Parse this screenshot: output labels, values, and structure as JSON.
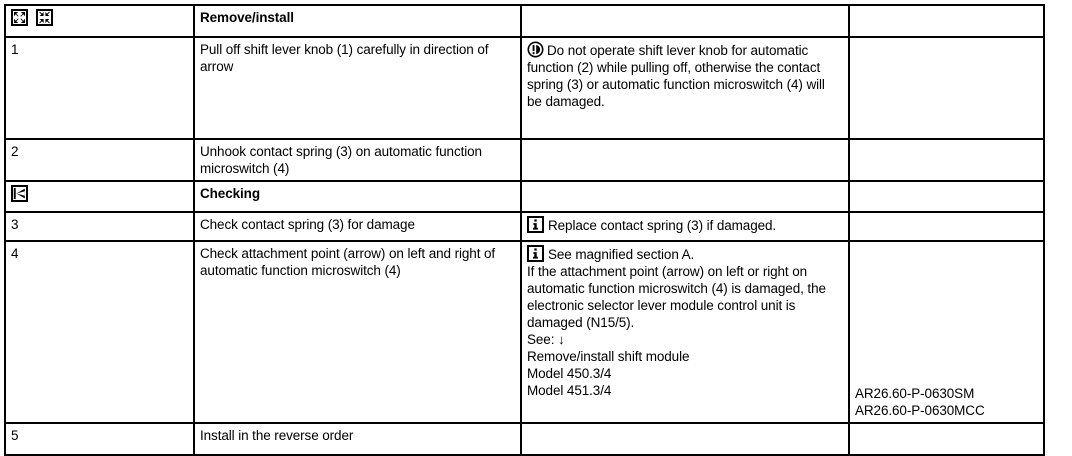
{
  "document": {
    "type": "workshop-procedure-table",
    "columns": [
      "step",
      "operation",
      "note",
      "document_reference"
    ]
  },
  "table": {
    "header": {
      "icons": [
        "remove-install-icon-a",
        "remove-install-icon-b"
      ],
      "operation": "Remove/install",
      "note": "",
      "doc": ""
    },
    "rows": [
      {
        "step": "1",
        "operation": "Pull off shift lever knob (1) carefully in direction of arrow",
        "note_icon": "caution-icon",
        "note": "Do not operate shift lever knob for automatic function (2) while pulling off, otherwise the contact spring (3) or automatic function microswitch (4) will be damaged.",
        "doc": ""
      },
      {
        "step": "2",
        "operation": "Unhook contact spring (3) on automatic function microswitch (4)",
        "note_icon": "",
        "note": "",
        "doc": ""
      },
      {
        "step_icon": "checking-icon",
        "step": "",
        "operation": "Checking",
        "operation_bold": true,
        "note_icon": "",
        "note": "",
        "doc": ""
      },
      {
        "step": "3",
        "operation": "Check contact spring (3) for damage",
        "note_icon": "info-icon",
        "note": "Replace contact spring (3) if damaged.",
        "doc": ""
      },
      {
        "step": "4",
        "operation": "Check attachment point (arrow) on left and right of automatic function microswitch (4)",
        "note_icon": "info-icon",
        "note_lines": [
          "See magnified section A.",
          "If the attachment point (arrow) on left or right on automatic function microswitch (4) is damaged, the electronic selector lever module control unit is damaged (N15/5).",
          "See: ↓",
          "Remove/install shift module",
          "Model 450.3/4",
          "Model 451.3/4"
        ],
        "doc_lines": [
          "AR26.60-P-0630SM",
          "AR26.60-P-0630MCC"
        ]
      },
      {
        "step": "5",
        "operation": "Install in the reverse order",
        "note_icon": "",
        "note": "",
        "doc": ""
      }
    ]
  },
  "colors": {
    "border": "#000000",
    "background": "#ffffff",
    "text": "#000000"
  }
}
